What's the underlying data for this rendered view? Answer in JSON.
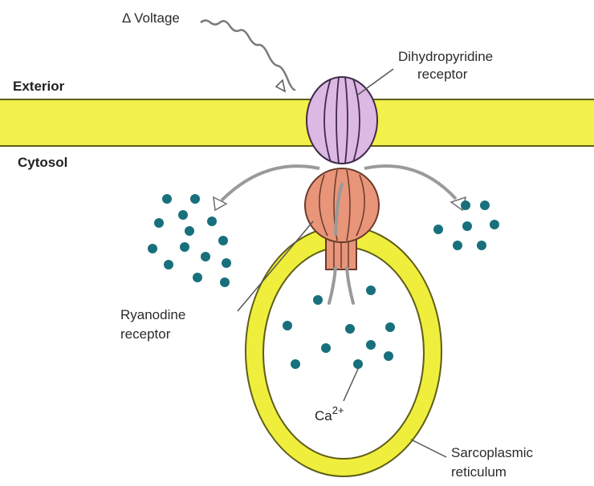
{
  "labels": {
    "voltage": "Δ Voltage",
    "dhp_line1": "Dihydropyridine",
    "dhp_line2": "receptor",
    "exterior": "Exterior",
    "cytosol": "Cytosol",
    "ryr_line1": "Ryanodine",
    "ryr_line2": "receptor",
    "ca_base": "Ca",
    "ca_charge": "2+",
    "sr_line1": "Sarcoplasmic",
    "sr_line2": "reticulum"
  },
  "colors": {
    "membrane": "#f2f04a",
    "membrane_edge": "#5e5e1a",
    "sr_ring": "#f0ee3c",
    "dhp_receptor": "#dcb8e4",
    "ryr_receptor": "#e8957a",
    "calcium_ion": "#17707c",
    "arrow": "#9a9a9a"
  },
  "icons": {
    "calcium": "teal-dot",
    "voltage": "wavy-arrow"
  }
}
